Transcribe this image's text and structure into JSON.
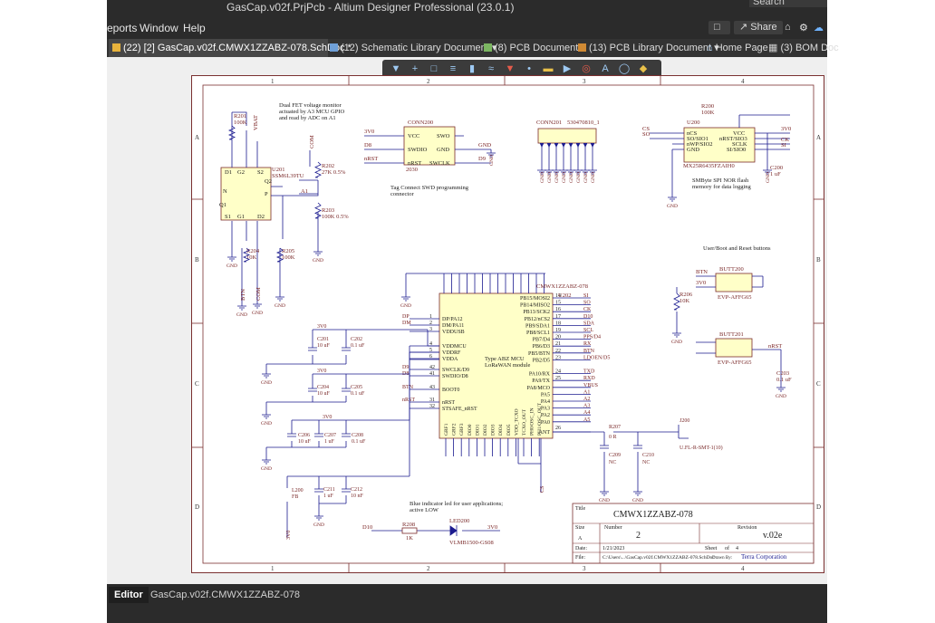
{
  "window": {
    "title": "GasCap.v02f.PrjPcb - Altium Designer Professional (23.0.1)",
    "search_placeholder": "Search"
  },
  "menu": {
    "items": [
      "eports",
      "Window",
      "Help"
    ],
    "share_label": "Share"
  },
  "tabs": [
    {
      "label": "(22) [2] GasCap.v02f.CMWX1ZZABZ-078.SchDoc *",
      "active": true
    },
    {
      "label": "(12) Schematic Library Document"
    },
    {
      "label": "(8) PCB Document"
    },
    {
      "label": "(13) PCB Library Document"
    },
    {
      "label": "Home Page"
    },
    {
      "label": "(3) BOM Doc"
    }
  ],
  "toolbar_icons": [
    "filter-icon",
    "add-icon",
    "select-icon",
    "align-icon",
    "component-icon",
    "wire-icon",
    "power-icon",
    "bus-icon",
    "net-label-icon",
    "port-icon",
    "directive-icon",
    "text-icon",
    "arc-icon",
    "diamond-icon"
  ],
  "border": {
    "cols": [
      "1",
      "2",
      "3",
      "4"
    ],
    "rows": [
      "A",
      "B",
      "C",
      "D"
    ]
  },
  "notes": {
    "fet_monitor": [
      "Dual FET voltage monitor",
      "actuated by A3 MCU GPIO",
      "and read by ADC on A1"
    ],
    "tag_connect": [
      "Tag Connect SWD programming",
      "connector"
    ],
    "flash": [
      "SMByte SPI NOR flash",
      "memory for data logging"
    ],
    "buttons": "User/Boot and Reset buttons",
    "led": [
      "Blue indicator led for user applications;",
      "active LOW"
    ],
    "mcu": [
      "Type ABZ MCU",
      "LoRaWAN module"
    ]
  },
  "parts": {
    "r201": [
      "R201",
      "100K"
    ],
    "r202": [
      "R202",
      "27K 0.5%"
    ],
    "r203": [
      "R203",
      "100K 0.5%"
    ],
    "r204": [
      "R204",
      "10K"
    ],
    "r205": [
      "R205",
      "100K"
    ],
    "u201": [
      "U201",
      "SSM6L39TU"
    ],
    "conn200": "CONN200",
    "conn200_sub": "2030",
    "conn201": "CONN201",
    "conn201_part": "530470810_1",
    "u200": "U200",
    "u200_part": "MX25R6435FZAIH0",
    "r200": [
      "R200",
      "100K"
    ],
    "c200": [
      "C200",
      "1 uF"
    ],
    "mcu_name": "CMWX1ZZABZ-078",
    "u202": "U202",
    "butt200": "BUTT200",
    "butt200_part": "EVP-AFFG65",
    "butt201": "BUTT201",
    "butt201_part": "EVP-AFFG65",
    "r206": [
      "R206",
      "10K"
    ],
    "c203": [
      "C203",
      "0.1 uF"
    ],
    "c201": [
      "C201",
      "10 uF"
    ],
    "c202": [
      "C202",
      "0.1 uF"
    ],
    "c204": [
      "C204",
      "10 uF"
    ],
    "c205": [
      "C205",
      "0.1 uF"
    ],
    "c206": [
      "C206",
      "10 uF"
    ],
    "c207": [
      "C207",
      "1 uF"
    ],
    "c208": [
      "C208",
      "0.1 uF"
    ],
    "c209": [
      "C209",
      "NC"
    ],
    "c210": [
      "C210",
      "NC"
    ],
    "r207": [
      "R207",
      "0 R"
    ],
    "j200": "J200",
    "j200_part": "U.FL-R-SMT-1(10)",
    "l200": [
      "L200",
      "FB"
    ],
    "c211": [
      "C211",
      "1 uF"
    ],
    "c212": [
      "C212",
      "10 nF"
    ],
    "r208": [
      "R208",
      "1K"
    ],
    "led200": "LED200",
    "led200_part": "VLMB1500-GS08"
  },
  "nets": {
    "v3v0": "3V0",
    "gnd": "GND",
    "d8": "D8",
    "d9": "D9",
    "d10": "D10",
    "nrst": "nRST",
    "a1": "A1",
    "a3": "A3",
    "btn": "BTN",
    "com": "COM",
    "vbat": "VBAT",
    "cs": "CS",
    "ck": "CK",
    "si": "SI",
    "so": "SO",
    "dp": "DP",
    "dm": "DM"
  },
  "conn200_pins": {
    "vcc": "VCC",
    "swo": "SWO",
    "swdio": "SWDIO",
    "gnd": "GND",
    "nrst": "nRST",
    "swclk": "SWCLK"
  },
  "u200_pins": {
    "ncs": "nCS",
    "so": "SO/SIO1",
    "nwp": "nWP/SIO2",
    "gnd": "GND",
    "vcc": "VCC",
    "nrst": "nRST/SIO3",
    "sclk": "SCLK",
    "si": "SI/SIO0"
  },
  "mcu_left_pins": [
    {
      "num": "1",
      "name": "DP/PA12",
      "net": "DP"
    },
    {
      "num": "2",
      "name": "DM/PA11",
      "net": "DM"
    },
    {
      "num": "3",
      "name": "VDDUSB",
      "net": ""
    },
    {
      "num": "4",
      "name": "VDDMCU",
      "net": ""
    },
    {
      "num": "5",
      "name": "VDDRF",
      "net": ""
    },
    {
      "num": "6",
      "name": "VDDA",
      "net": ""
    },
    {
      "num": "42",
      "name": "SWCLK/D9",
      "net": "D9"
    },
    {
      "num": "41",
      "name": "SWDIO/D8",
      "net": "D8"
    },
    {
      "num": "43",
      "name": "BOOT0",
      "net": "BTN"
    },
    {
      "num": "31",
      "name": "nRST",
      "net": "nRST"
    },
    {
      "num": "32",
      "name": "STSAFE_nRST",
      "net": ""
    }
  ],
  "mcu_right_pins": [
    {
      "num": "14",
      "name": "PB15/MOSI2",
      "net": "SI"
    },
    {
      "num": "15",
      "name": "PB14/MISO2",
      "net": "SO"
    },
    {
      "num": "16",
      "name": "PB13/SCK2",
      "net": "CK"
    },
    {
      "num": "17",
      "name": "PB12/nCS2",
      "net": "D10"
    },
    {
      "num": "18",
      "name": "PB9/SDA1",
      "net": "SDA"
    },
    {
      "num": "19",
      "name": "PB8/SCL1",
      "net": "SCL"
    },
    {
      "num": "20",
      "name": "PB7/D4",
      "net": "PPS/D4"
    },
    {
      "num": "21",
      "name": "PB6/D3",
      "net": "RX"
    },
    {
      "num": "22",
      "name": "PB5/BTN",
      "net": "BTN"
    },
    {
      "num": "23",
      "name": "PB2/D5",
      "net": "LDOEN/D5"
    },
    {
      "num": "",
      "name": "",
      "net": ""
    },
    {
      "num": "24",
      "name": "PA10/RX",
      "net": "TXD"
    },
    {
      "num": "25",
      "name": "PA9/TX",
      "net": "RXD"
    },
    {
      "num": "",
      "name": "PA8/MCO",
      "net": "VBUS"
    },
    {
      "num": "",
      "name": "PA5",
      "net": "A1"
    },
    {
      "num": "",
      "name": "PA4",
      "net": "A2"
    },
    {
      "num": "",
      "name": "PA3",
      "net": "A3"
    },
    {
      "num": "",
      "name": "PA2",
      "net": "A4"
    },
    {
      "num": "",
      "name": "PA0",
      "net": "A5"
    }
  ],
  "mcu_bottom_pins": [
    "GRF1",
    "GRF2",
    "GRF3",
    "DIO0",
    "DIO1",
    "DIO2",
    "DIO3",
    "DIO4",
    "DIO5",
    "VDD_TCXO",
    "TCXO_OUT",
    "PH0/OSC_IN",
    "PH1/OSC_OUT"
  ],
  "mcu_ant": {
    "num": "26",
    "name": "ANT"
  },
  "titleblock": {
    "title_label": "Title",
    "title": "CMWX1ZZABZ-078",
    "size_label": "Size",
    "size": "A",
    "number_label": "Number",
    "number": "2",
    "revision_label": "Revision",
    "revision": "v.02e",
    "date_label": "Date:",
    "date": "1/21/2023",
    "sheet_label": "Sheet",
    "sheet_of": "of",
    "sheet_total": "4",
    "file_label": "File:",
    "file": "C:\\Users\\...\\GasCap.v02f.CMWX1ZZABZ-078.SchDoc",
    "company": "Terra Corporation",
    "drawn_by": "Drawn By:"
  },
  "bottom": {
    "editor": "Editor",
    "doc": "GasCap.v02f.CMWX1ZZABZ-078"
  },
  "colors": {
    "wire": "#1b1b8f",
    "part": "#7a2a2a",
    "body": "#ffffc8",
    "net": "#7a2222",
    "frame": "#7a3030"
  }
}
